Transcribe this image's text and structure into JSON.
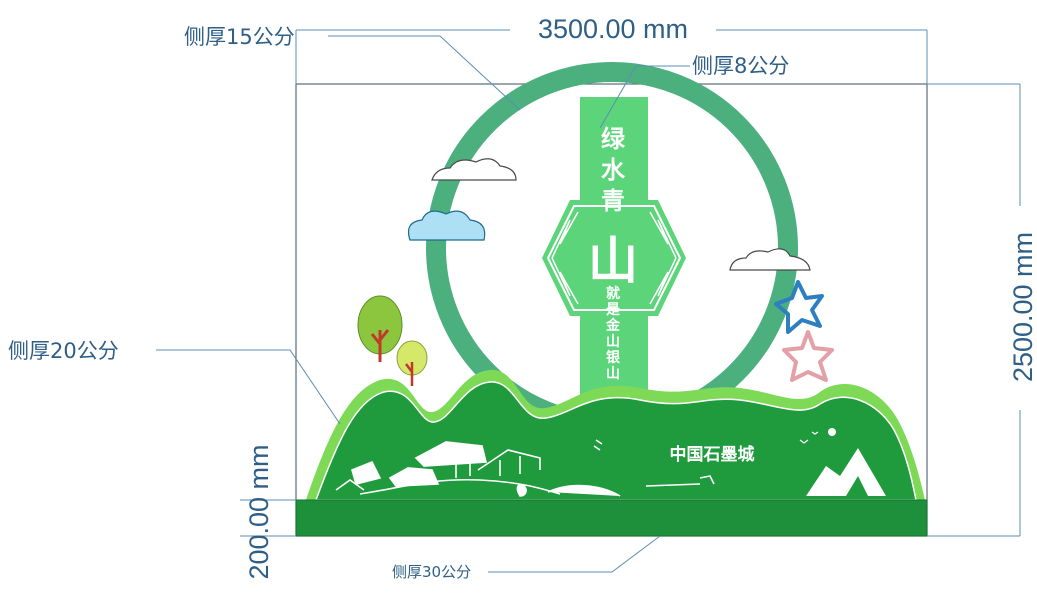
{
  "dimensions": {
    "width": "3500.00 mm",
    "height": "2500.00 mm",
    "base_height": "200.00 mm"
  },
  "annotations": {
    "ring_side": "侧厚15公分",
    "column_side": "侧厚8公分",
    "hill_side": "侧厚20公分",
    "base_side": "侧厚30公分"
  },
  "sign": {
    "column_chars": [
      "绿",
      "水",
      "青"
    ],
    "big_char": "山",
    "vertical_chars": [
      "就",
      "是",
      "金",
      "山",
      "银",
      "山"
    ],
    "brand": "中国石墨城"
  },
  "colors": {
    "ring": "#4caf7e",
    "column": "#5cd47a",
    "hill_dark": "#1f9a3c",
    "hill_light": "#7ed957",
    "base": "#1e8f3a",
    "dimension": "#2f5f86"
  }
}
